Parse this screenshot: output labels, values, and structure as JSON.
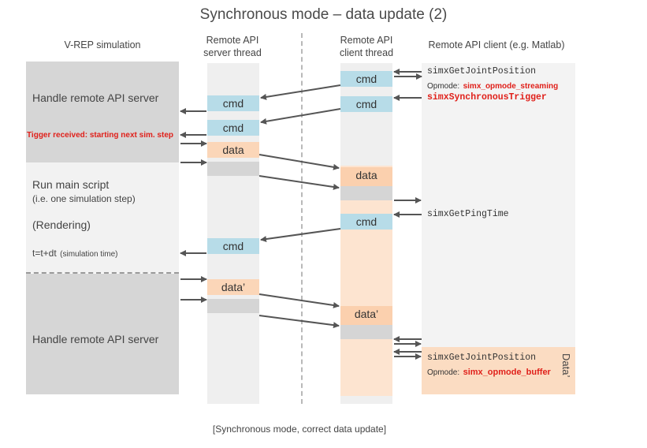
{
  "title": "Synchronous mode – data update (2)",
  "headers": {
    "vrep": "V-REP simulation",
    "server": [
      "Remote API",
      "server thread"
    ],
    "client_thread": [
      "Remote API",
      "client thread"
    ],
    "client": "Remote API client (e.g. Matlab)"
  },
  "vrep": {
    "handle1": "Handle remote API server",
    "trigger_note": "Tigger received: starting next sim. step",
    "run_main": "Run main script",
    "run_main_sub": "(i.e. one simulation step)",
    "rendering": "(Rendering)",
    "time_main": "t=t+dt",
    "time_sub": "(simulation time)",
    "handle2": "Handle remote API server"
  },
  "server_boxes": {
    "cmd1": "cmd",
    "cmd2": "cmd",
    "data": "data",
    "cmd3": "cmd",
    "data_prime": "data’"
  },
  "client_boxes": {
    "cmd1": "cmd",
    "cmd2": "cmd",
    "data": "data",
    "cmd3": "cmd",
    "data_prime": "data’"
  },
  "client": {
    "call1": "simxGetJointPosition",
    "opmode_label1": "Opmode:",
    "opmode_value1": "simx_opmode_streaming",
    "call2": "simxSynchronousTrigger",
    "call3": "simxGetPingTime",
    "call4": "simxGetJointPosition",
    "opmode_label2": "Opmode:",
    "opmode_value2": "simx_opmode_buffer",
    "data_side": "Data’"
  },
  "caption": "[Synchronous mode, correct data update]",
  "colors": {
    "cmd": "#b7dce8",
    "data": "#fbd6b8",
    "gray": "#d5d5d5",
    "red": "#e0201a",
    "arrow": "#555555"
  }
}
